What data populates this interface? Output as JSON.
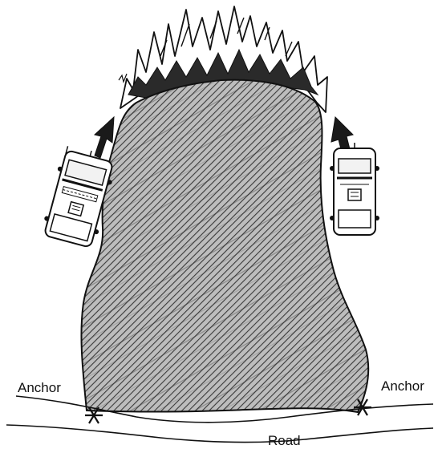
{
  "labels": {
    "anchor_left": "Anchor",
    "anchor_right": "Anchor",
    "road": "Road"
  },
  "icons": {
    "left_vehicle": "fire-engine-icon",
    "right_vehicle": "fire-engine-icon",
    "left_arrow": "arrow-up-icon",
    "right_arrow": "arrow-up-icon",
    "left_anchor": "asterisk-anchor-icon",
    "right_anchor": "asterisk-anchor-icon"
  },
  "colors": {
    "ink": "#111111",
    "burned_fill": "#6b6b6b",
    "flame_dark": "#2a2a2a",
    "paper": "#ffffff"
  }
}
